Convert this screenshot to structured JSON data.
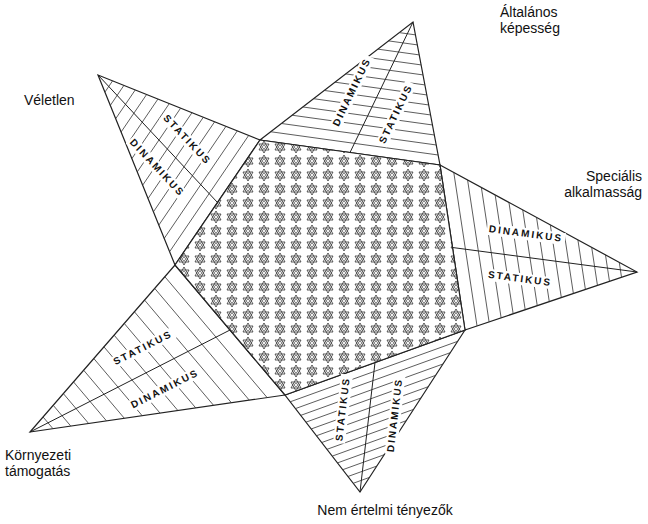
{
  "diagram": {
    "labels": [
      "Általános képesség",
      "Speciális alkalmasság",
      "Nem értelmi tényezők",
      "Környezeti támogatás",
      "Véletlen",
      "STATIKUS",
      "DINAMIKUS",
      "STATIKUS",
      "DINAMIKUS",
      "STATIKUS",
      "DINAMIKUS",
      "STATIKUS",
      "DINAMIKUS",
      "STATIKUS",
      "DINAMIKUS"
    ]
  }
}
